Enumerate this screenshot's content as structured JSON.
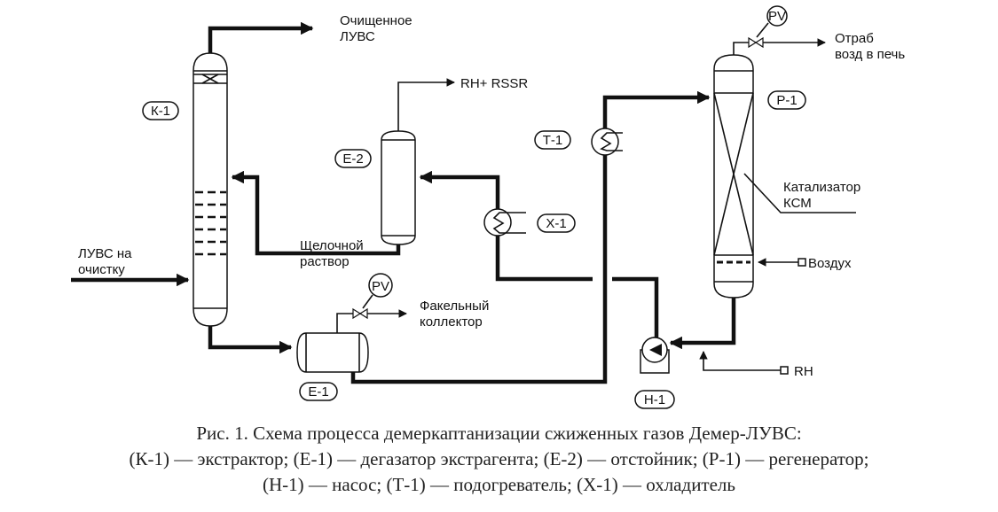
{
  "streams": {
    "purified_top": [
      "Очищенное",
      "ЛУВС"
    ],
    "rh_rssr": "RH+ RSSR",
    "spent_air": [
      "Отраб",
      "возд в печь"
    ],
    "feed": [
      "ЛУВС на",
      "очистку"
    ],
    "alkali": [
      "Щелочной",
      "раствор"
    ],
    "flare": [
      "Факельный",
      "коллектор"
    ],
    "catalyst": [
      "Катализатор",
      "КСМ"
    ],
    "air": "Воздух",
    "rh": "RH"
  },
  "equipment": {
    "k1": "К-1",
    "e2": "Е-2",
    "t1": "Т-1",
    "x1": "Х-1",
    "p1": "Р-1",
    "e1": "Е-1",
    "n1": "Н-1",
    "pv1": "PV",
    "pv2": "PV"
  },
  "caption": {
    "line1": "Рис. 1. Схема процесса демеркаптанизации сжиженных газов Демер-ЛУВС:",
    "line2": "(К-1) — экстрактор; (Е-1) — дегазатор экстрагента; (Е-2) — отстойник; (Р-1) — регенератор;",
    "line3": "(Н-1) — насос; (Т-1) — подогреватель; (Х-1) — охладитель"
  }
}
